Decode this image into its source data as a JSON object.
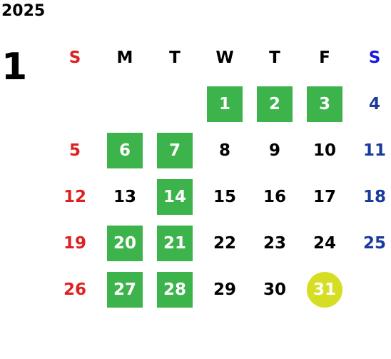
{
  "calendar": {
    "year": "2025",
    "month": "1",
    "weekdays": [
      "S",
      "M",
      "T",
      "W",
      "T",
      "F",
      "S"
    ],
    "colors": {
      "sunday": "#e02020",
      "saturday_header": "#1a1adc",
      "saturday": "#1a3a9c",
      "highlight": "#3cb44b",
      "today": "#d6de23"
    },
    "weeks": [
      [
        null,
        null,
        null,
        {
          "d": "1",
          "hl": true
        },
        {
          "d": "2",
          "hl": true
        },
        {
          "d": "3",
          "hl": true
        },
        {
          "d": "4"
        }
      ],
      [
        {
          "d": "5"
        },
        {
          "d": "6",
          "hl": true
        },
        {
          "d": "7",
          "hl": true
        },
        {
          "d": "8"
        },
        {
          "d": "9"
        },
        {
          "d": "10"
        },
        {
          "d": "11"
        }
      ],
      [
        {
          "d": "12"
        },
        {
          "d": "13"
        },
        {
          "d": "14",
          "hl": true
        },
        {
          "d": "15"
        },
        {
          "d": "16"
        },
        {
          "d": "17"
        },
        {
          "d": "18"
        }
      ],
      [
        {
          "d": "19"
        },
        {
          "d": "20",
          "hl": true
        },
        {
          "d": "21",
          "hl": true
        },
        {
          "d": "22"
        },
        {
          "d": "23"
        },
        {
          "d": "24"
        },
        {
          "d": "25"
        }
      ],
      [
        {
          "d": "26"
        },
        {
          "d": "27",
          "hl": true
        },
        {
          "d": "28",
          "hl": true
        },
        {
          "d": "29"
        },
        {
          "d": "30"
        },
        {
          "d": "31",
          "today": true
        },
        null
      ]
    ]
  }
}
